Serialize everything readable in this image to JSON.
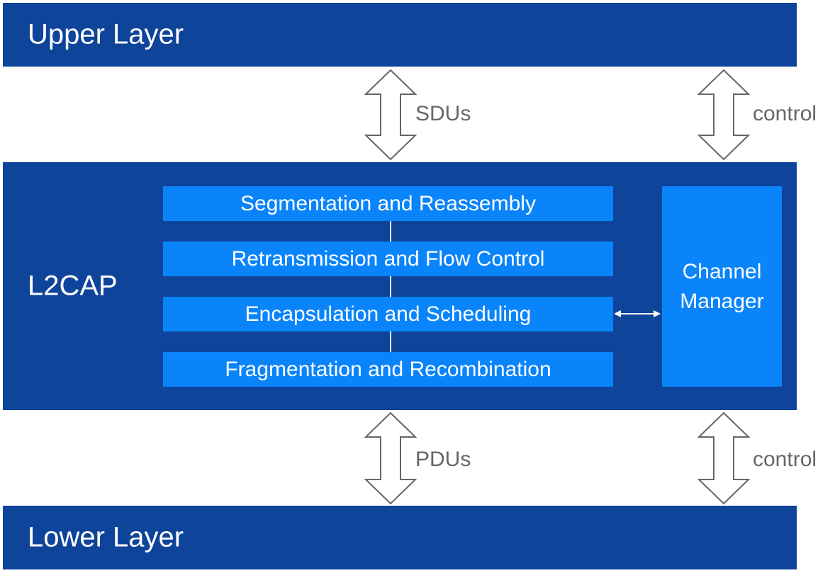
{
  "upper_layer": {
    "label": "Upper Layer"
  },
  "lower_layer": {
    "label": "Lower Layer"
  },
  "l2cap": {
    "label": "L2CAP",
    "functions": [
      "Segmentation and Reassembly",
      "Retransmission and Flow Control",
      "Encapsulation and Scheduling",
      "Fragmentation and Recombination"
    ],
    "channel_manager": {
      "line1": "Channel",
      "line2": "Manager"
    }
  },
  "arrows": {
    "sdus": "SDUs",
    "pdus": "PDUs",
    "control_upper": "control",
    "control_lower": "control"
  },
  "colors": {
    "layer": "#0E449A",
    "function_box": "#0A84FA",
    "arrow_stroke": "#666666"
  }
}
